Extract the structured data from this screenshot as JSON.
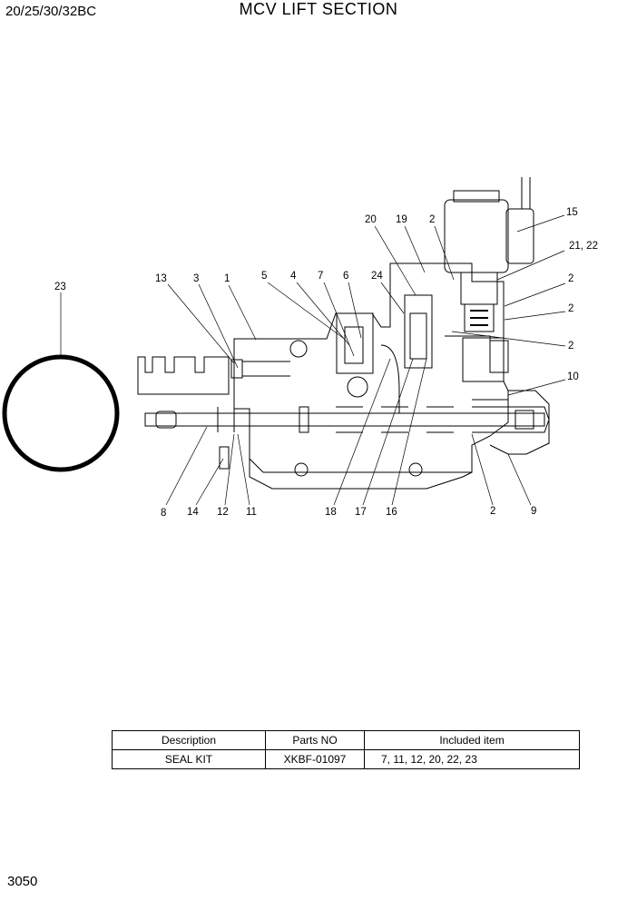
{
  "header": {
    "model": "20/25/30/32BC",
    "title": "MCV LIFT SECTION"
  },
  "footer": {
    "page_number": "3050"
  },
  "callouts": [
    "23",
    "13",
    "3",
    "1",
    "5",
    "4",
    "7",
    "6",
    "24",
    "20",
    "19",
    "2",
    "15",
    "21, 22",
    "2",
    "2",
    "2",
    "10",
    "8",
    "14",
    "12",
    "11",
    "18",
    "17",
    "16",
    "2",
    "9"
  ],
  "table": {
    "headers": [
      "Description",
      "Parts NO",
      "Included item"
    ],
    "rows": [
      [
        "SEAL KIT",
        "XKBF-01097",
        "7, 11, 12, 20, 22, 23"
      ]
    ]
  }
}
